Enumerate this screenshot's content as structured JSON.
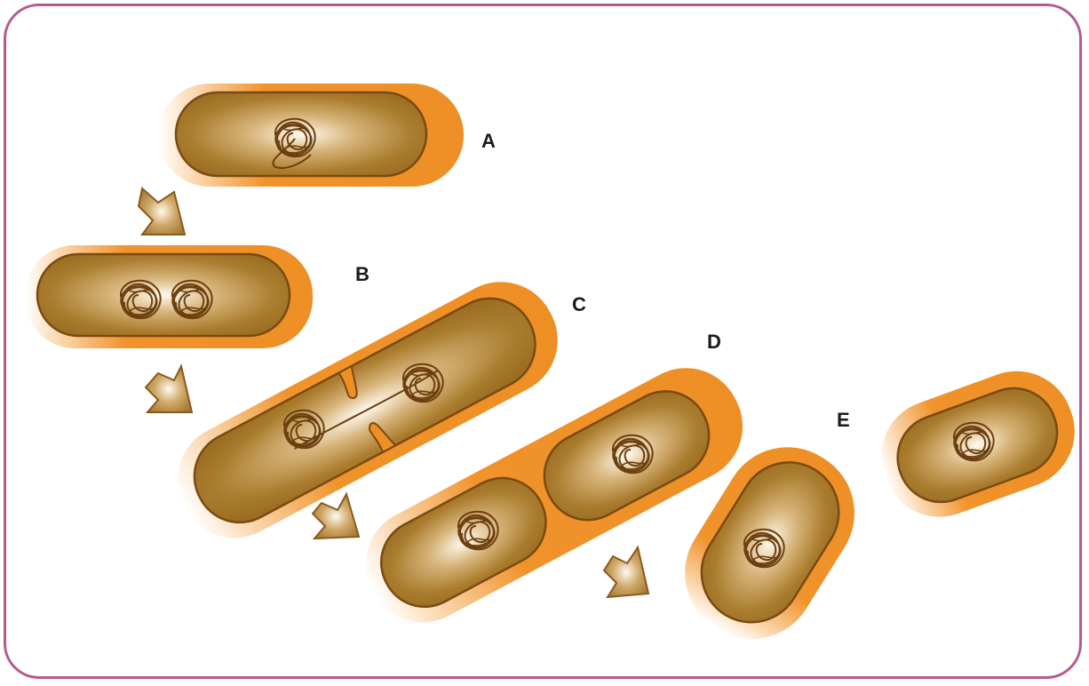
{
  "diagram": {
    "stage_labels": [
      "A",
      "B",
      "C",
      "D",
      "E"
    ],
    "colors": {
      "frame": "#b65b8f",
      "capsule": "#f0932b",
      "cytoplasm": "#a8792a",
      "outline": "#7a4a12",
      "dna": "#6b3f10"
    }
  }
}
